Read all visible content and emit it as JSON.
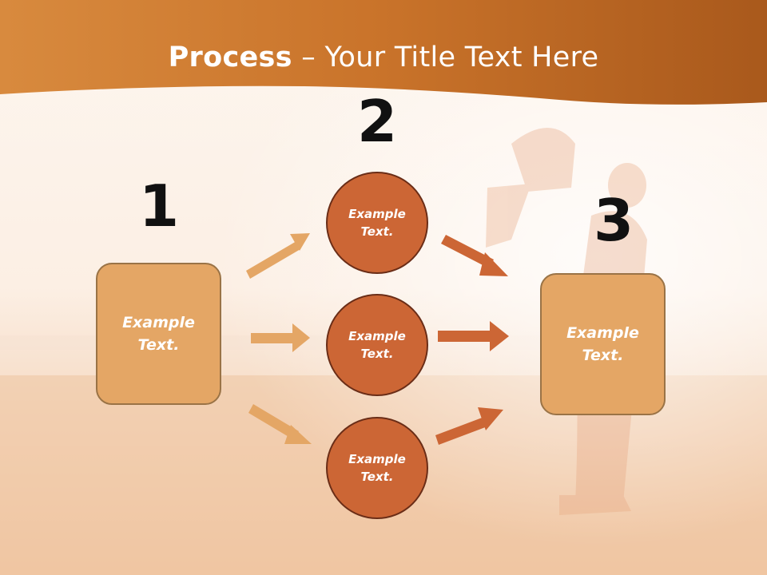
{
  "title": {
    "bold": "Process",
    "rest": " – Your Title Text Here"
  },
  "numbers": [
    "1",
    "2",
    "3"
  ],
  "left_box": {
    "text": "Example Text."
  },
  "right_box": {
    "text": "Example Text."
  },
  "circles": [
    {
      "text": "Example Text."
    },
    {
      "text": "Example Text."
    },
    {
      "text": "Example Text."
    }
  ],
  "colors": {
    "header": "#c9732a",
    "box_fill": "#e4a665",
    "circle_fill": "#cc6635",
    "arrow_light": "#e4a665",
    "arrow_dark": "#cc6635"
  }
}
